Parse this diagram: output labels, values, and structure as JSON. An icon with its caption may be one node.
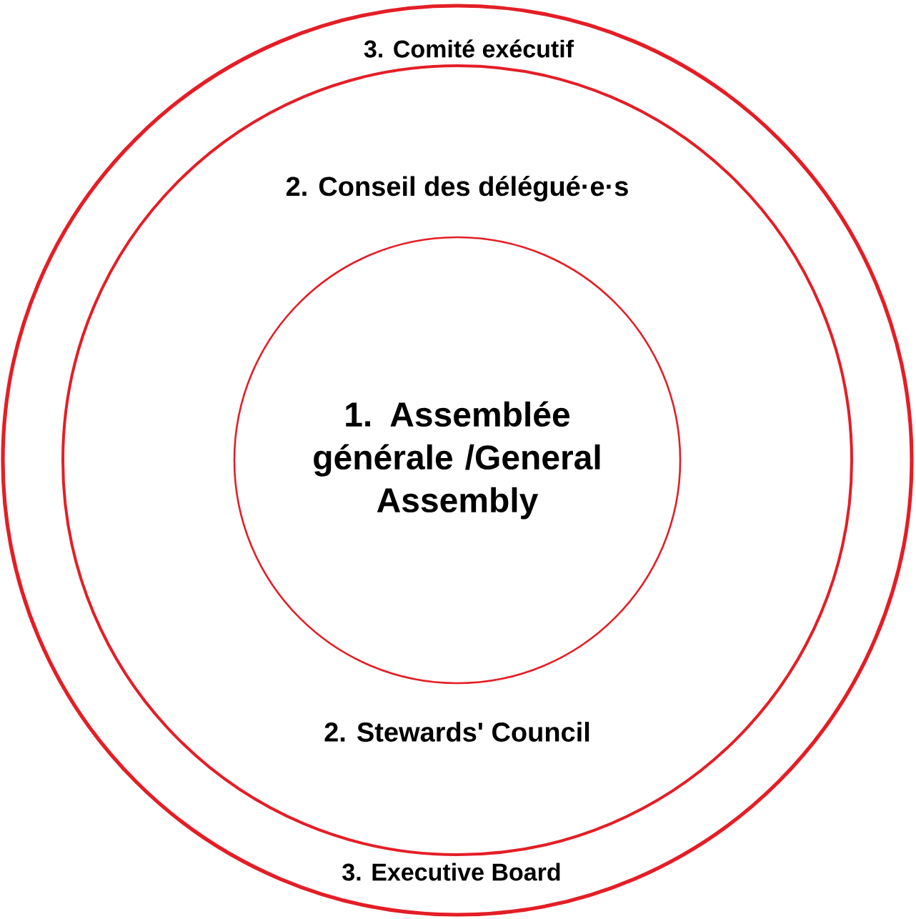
{
  "diagram": {
    "nodes": [
      {
        "text": [
          "3. Comité exécutif",
          "3. Executive Board"
        ]
      },
      {
        "text": [
          "2. Conseil des délégué·e·s",
          "2. Stewards' Council"
        ],
        "in": 0
      },
      {
        "text": [
          "1. Assemblée générale /General Assembly"
        ],
        "in": 1
      }
    ]
  }
}
